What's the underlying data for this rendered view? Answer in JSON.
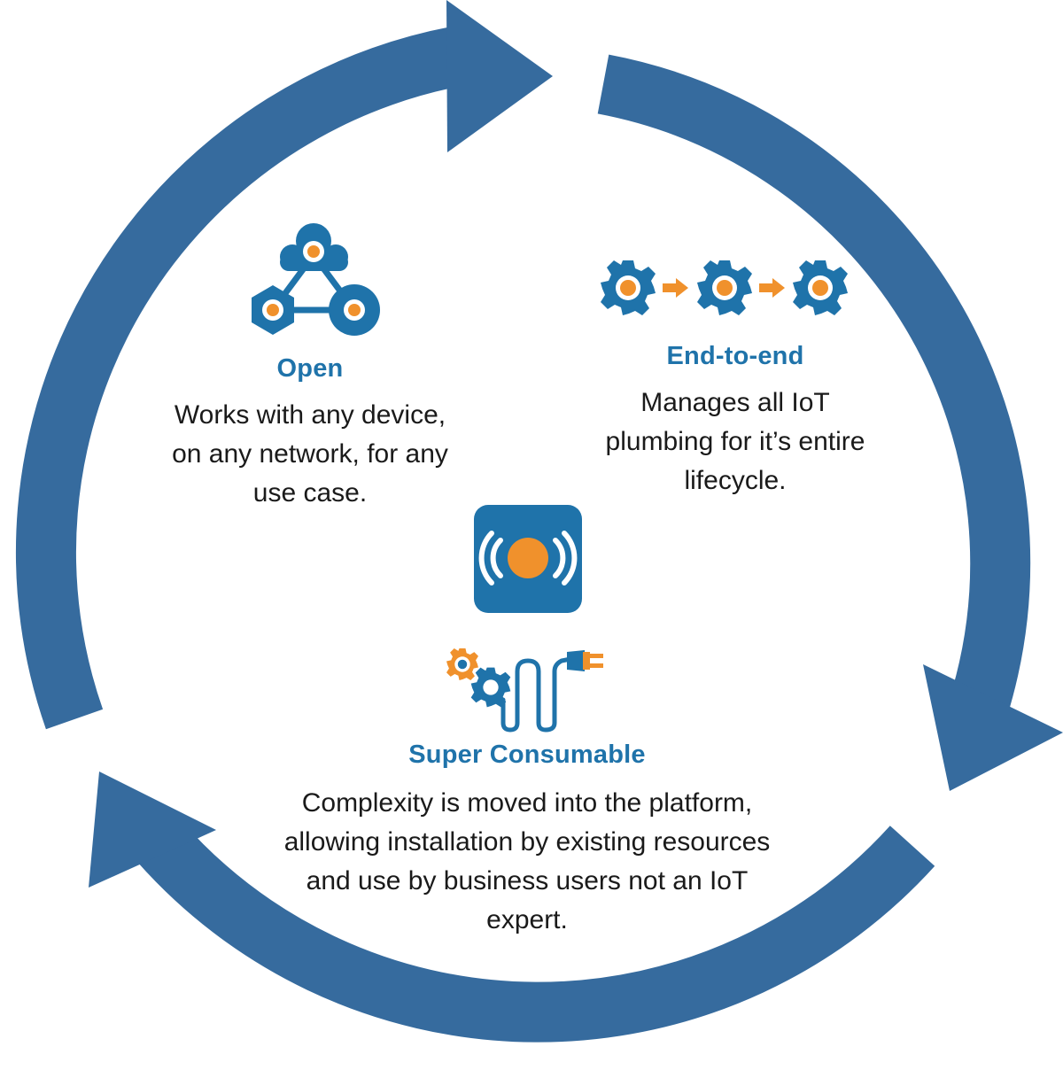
{
  "colors": {
    "arrow": "#366b9e",
    "title": "#1f73aa",
    "icon_blue": "#1f73aa",
    "accent_orange": "#f0912c",
    "text": "#1a1a1a"
  },
  "cycle": {
    "arrows": [
      "top-left-arrow",
      "right-arrow",
      "bottom-arrow"
    ]
  },
  "sections": {
    "open": {
      "icon": "cloud-network-icon",
      "title": "Open",
      "lines": [
        "Works with any device,",
        "on any network, for any",
        "use case."
      ]
    },
    "end_to_end": {
      "icon": "gear-chain-icon",
      "title": "End-to-end",
      "lines": [
        "Manages all IoT",
        "plumbing for it’s entire",
        "lifecycle."
      ]
    },
    "super_consumable": {
      "icon": "gears-plug-icon",
      "title": "Super Consumable",
      "lines": [
        "Complexity is moved into the platform,",
        "allowing installation by existing resources",
        "and use by business users not an IoT",
        "expert."
      ]
    },
    "center": {
      "icon": "broadcast-logo-icon"
    }
  }
}
